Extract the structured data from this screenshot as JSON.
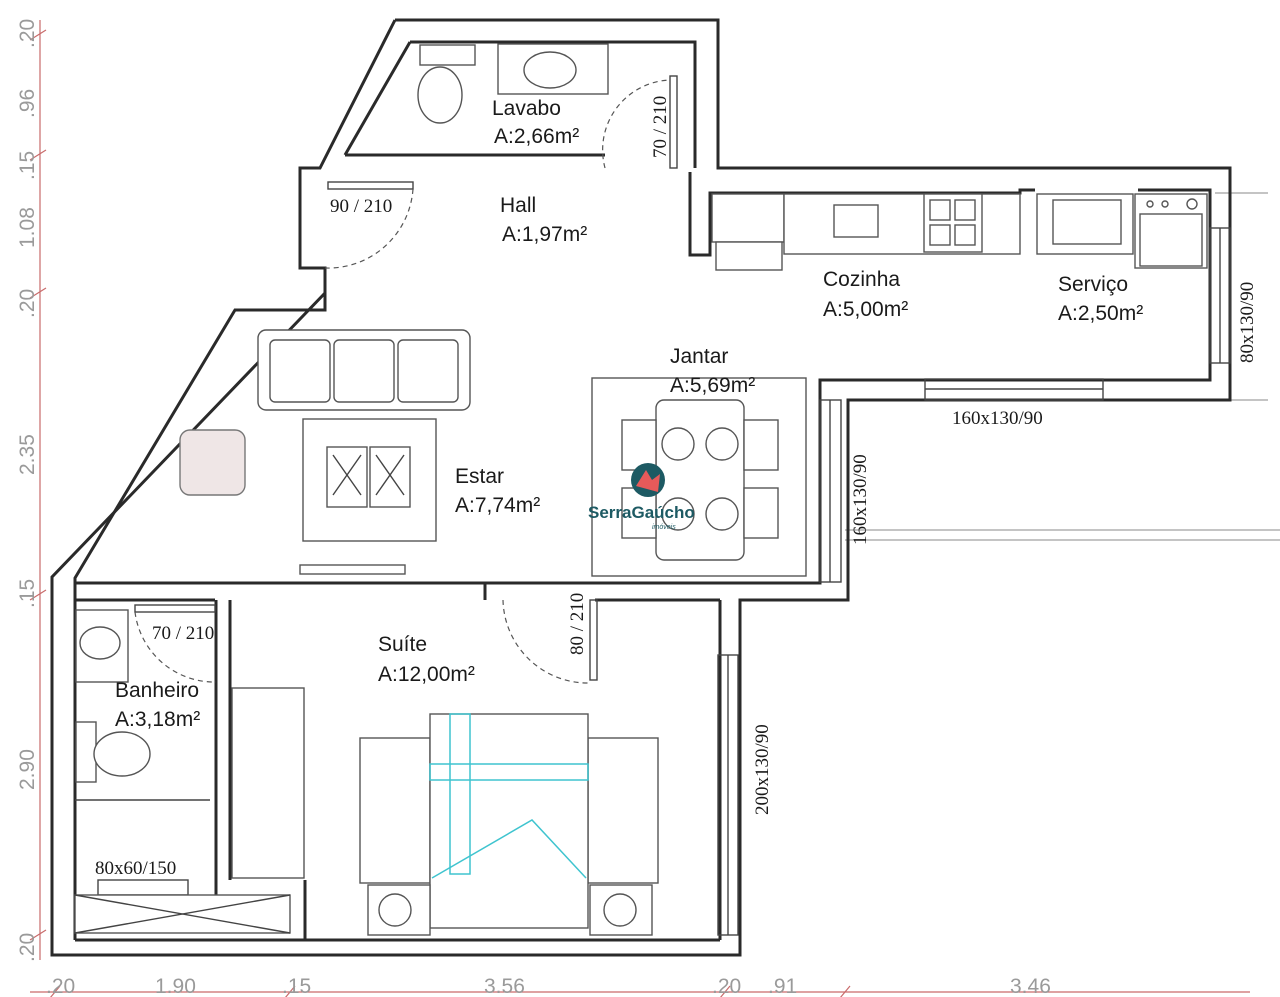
{
  "rooms": {
    "lavabo": {
      "name": "Lavabo",
      "area": "A:2,66m²"
    },
    "hall": {
      "name": "Hall",
      "area": "A:1,97m²"
    },
    "cozinha": {
      "name": "Cozinha",
      "area": "A:5,00m²"
    },
    "servico": {
      "name": "Serviço",
      "area": "A:2,50m²"
    },
    "jantar": {
      "name": "Jantar",
      "area": "A:5,69m²"
    },
    "estar": {
      "name": "Estar",
      "area": "A:7,74m²"
    },
    "suite": {
      "name": "Suíte",
      "area": "A:12,00m²"
    },
    "banheiro": {
      "name": "Banheiro",
      "area": "A:3,18m²"
    }
  },
  "openings": {
    "lavabo_door": "70 / 210",
    "entry_door": "90 / 210",
    "service_window": "80x130/90",
    "kitchen_window": "160x130/90",
    "dining_window": "160x130/90",
    "suite_door": "80 / 210",
    "bath_door": "70 / 210",
    "suite_window": "200x130/90",
    "shower_window": "80x60/150"
  },
  "dimensions": {
    "left": [
      ".20",
      ".96",
      ".15",
      "1.08",
      ".20",
      "2.35",
      ".15",
      "2.90",
      ".20"
    ],
    "bottom": [
      ".20",
      "1.90",
      ".15",
      "3.56",
      ".20",
      ".91",
      "3.46"
    ]
  },
  "watermark": {
    "brand": "SerraGaúcho",
    "sub": "imóveis"
  }
}
